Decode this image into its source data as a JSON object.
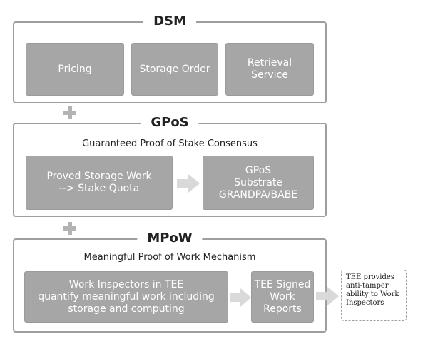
{
  "dsm": {
    "title": "DSM",
    "items": [
      "Pricing",
      "Storage Order",
      "Retrieval\nService"
    ]
  },
  "gpos": {
    "title": "GPoS",
    "subtitle": "Guaranteed Proof of Stake Consensus",
    "left_box": "Proved Storage Work\n--> Stake Quota",
    "right_box": "GPoS\nSubstrate\nGRANDPA/BABE"
  },
  "mpow": {
    "title": "MPoW",
    "subtitle": "Meaningful Proof of Work Mechanism",
    "left_box": "Work Inspectors in TEE\nquantify meaningful work including\nstorage and computing",
    "right_box": "TEE Signed\nWork\nReports"
  },
  "note": "TEE provides\nanti-tamper\nability  to Work\nInspectors",
  "colors": {
    "box_fill": "#a6a6a6",
    "border": "#9e9e9e",
    "arrow": "#d9d9d9",
    "plus": "#b3b3b3"
  }
}
